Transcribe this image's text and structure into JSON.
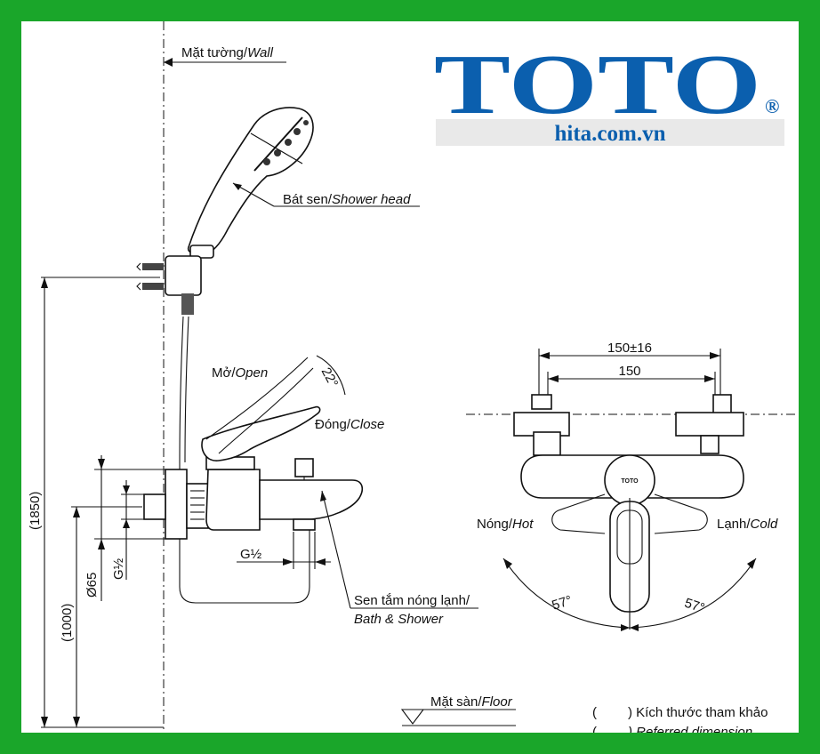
{
  "brand": {
    "logo_text": "TOTO",
    "registered_mark": "®",
    "website": "hita.com.vn",
    "logo_color": "#0b5fae",
    "frame_color": "#1aa62a"
  },
  "labels": {
    "wall_vn": "Mặt tường/",
    "wall_en": "Wall",
    "shower_head_vn": "Bát sen/",
    "shower_head_en": "Shower head",
    "open_vn": "Mở/",
    "open_en": "Open",
    "close_vn": "Đóng/",
    "close_en": "Close",
    "bath_shower_vn": "Sen tắm nóng lạnh/",
    "bath_shower_en": "Bath & Shower",
    "floor_vn": "Mặt sàn/",
    "floor_en": "Floor",
    "hot_vn": "Nóng/",
    "hot_en": "Hot",
    "cold_vn": "Lạnh/",
    "cold_en": "Cold",
    "handle_brand": "TOTO"
  },
  "dimensions": {
    "total_height": "(1850)",
    "mixer_height": "(1000)",
    "diameter": "Ø65",
    "thread_left": "G½",
    "thread_spout": "G½",
    "handle_angle": "22°",
    "centers_range": "150±16",
    "centers": "150",
    "angle_hot": "57°",
    "angle_cold": "57°"
  },
  "legend": {
    "open_paren": "(",
    "close_paren_vn": ") Kích thước tham khảo",
    "close_paren_en": ") Referred dimension"
  }
}
